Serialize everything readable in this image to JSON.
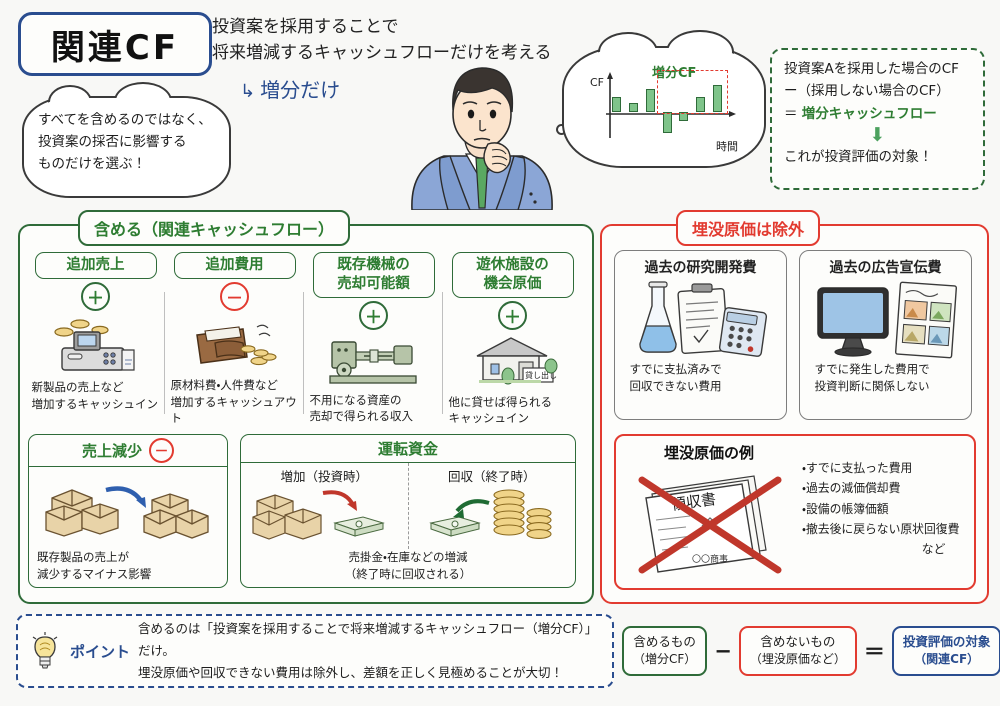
{
  "title": "関連CF",
  "headline": {
    "line1": "投資案を採用することで",
    "line2": "将来増減するキャッシュフローだけを考える",
    "arrow": "↳",
    "emphasis": "増分だけ"
  },
  "left_cloud": {
    "line1": "すべてを含めるのではなく、",
    "line2": "投資案の採否に影響する",
    "line3": "ものだけを選ぶ！"
  },
  "chart_data": {
    "type": "bar",
    "title": "増分CF",
    "xlabel": "時間",
    "ylabel": "CF",
    "categories": [
      "1",
      "2",
      "3",
      "4",
      "5",
      "6",
      "7"
    ],
    "values": [
      22,
      13,
      34,
      -30,
      -12,
      22,
      40
    ],
    "ylim": [
      -40,
      50
    ],
    "grid": false,
    "annotation": "増分CF",
    "highlight_range": [
      4,
      7
    ],
    "bar_color": "#7fc48a",
    "highlight_color": "#e23b30"
  },
  "formula": {
    "line1": "投資案Aを採用した場合のCF",
    "line2": "ー（採用しない場合のCF）",
    "line3_prefix": "＝ ",
    "line3_green": "増分キャッシュフロー",
    "arrow": "⬇",
    "line4": "これが投資評価の対象！"
  },
  "include_panel": {
    "tab": "含める（関連キャッシュフロー）",
    "cards": [
      {
        "head": "追加売上",
        "sign": "＋",
        "sign_type": "plus",
        "art": "cash-register-icon",
        "caption_l1": "新製品の売上など",
        "caption_l2": "増加するキャッシュイン"
      },
      {
        "head": "追加費用",
        "sign": "－",
        "sign_type": "minus",
        "art": "wallet-icon",
        "caption_l1": "原材料費・人件費など",
        "caption_l2": "増加するキャッシュアウト"
      },
      {
        "head_l1": "既存機械の",
        "head_l2": "売却可能額",
        "sign": "＋",
        "sign_type": "plus",
        "art": "lathe-machine-icon",
        "caption_l1": "不用になる資産の",
        "caption_l2": "売却で得られる収入"
      },
      {
        "head_l1": "遊休施設の",
        "head_l2": "機会原価",
        "sign": "＋",
        "sign_type": "plus",
        "art": "warehouse-icon",
        "caption_l1": "他に貸せば得られる",
        "caption_l2": "キャッシュイン"
      }
    ],
    "sales_decline": {
      "head": "売上減少",
      "sign": "－",
      "art": "boxes-decreasing-icon",
      "caption_l1": "既存製品の売上が",
      "caption_l2": "減少するマイナス影響"
    },
    "working_capital": {
      "head": "運転資金",
      "col_left": "増加（投資時）",
      "col_right": "回収（終了時）",
      "caption_l1": "売掛金・在庫などの増減",
      "caption_l2": "（終了時に回収される）"
    }
  },
  "exclude_panel": {
    "tab": "埋没原価は除外",
    "cards": [
      {
        "head": "過去の研究開発費",
        "art": "flask-clipboard-calculator-icon",
        "caption_l1": "すでに支払済みで",
        "caption_l2": "回収できない費用"
      },
      {
        "head": "過去の広告宣伝費",
        "art": "monitor-poster-icon",
        "caption_l1": "すでに発生した費用で",
        "caption_l2": "投資判断に関係しない"
      }
    ],
    "example": {
      "title": "埋没原価の例",
      "receipt_label": "領収書",
      "receipt_footer": "〇〇商事",
      "items": [
        "・すでに支払った費用",
        "・過去の減価償却費",
        "・設備の帳簿価額",
        "・撤去後に戻らない原状回復費"
      ],
      "etc": "など"
    }
  },
  "point": {
    "label": "ポイント",
    "line1": "含めるのは「投資案を採用することで将来増減するキャッシュフロー（増分CF）」だけ。",
    "line2": "埋没原価や回収できない費用は除外し、差額を正しく見極めることが大切！"
  },
  "equation": {
    "term1_l1": "含めるもの",
    "term1_l2": "（増分CF）",
    "op1": "−",
    "term2_l1": "含めないもの",
    "term2_l2": "（埋没原価など）",
    "op2": "＝",
    "term3_l1": "投資評価の対象",
    "term3_l2": "（関連CF）"
  },
  "colors": {
    "green": "#2f6b39",
    "red": "#e23b30",
    "blue": "#2a4d8f",
    "paper": "#f8f8f6"
  }
}
